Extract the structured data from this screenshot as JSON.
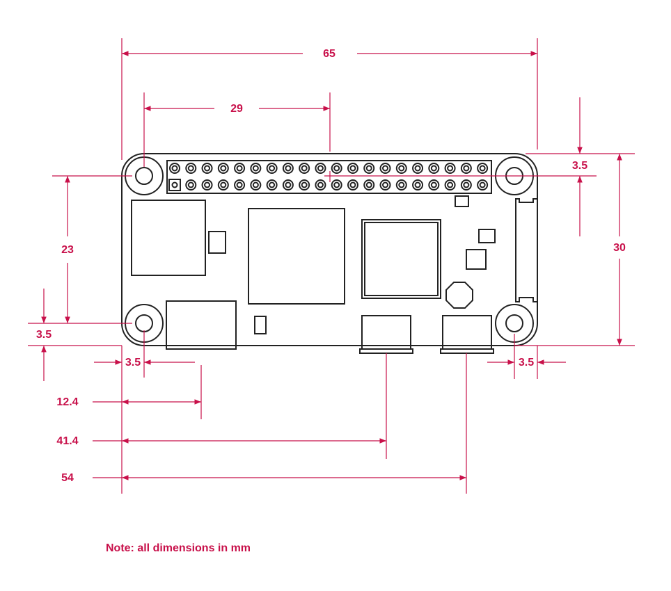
{
  "dimensions": {
    "board_width": "65",
    "header_offset": "29",
    "hole_offset_top_right": "3.5",
    "board_height": "30",
    "hole_spacing_vertical": "23",
    "hole_offset_left": "3.5",
    "hole_offset_bottom_left": "3.5",
    "connector_1": "12.4",
    "connector_2": "41.4",
    "connector_3": "54",
    "hole_offset_bottom_right": "3.5"
  },
  "note": "Note: all dimensions in mm",
  "colors": {
    "dimension": "#c8104a",
    "outline": "#222222"
  }
}
